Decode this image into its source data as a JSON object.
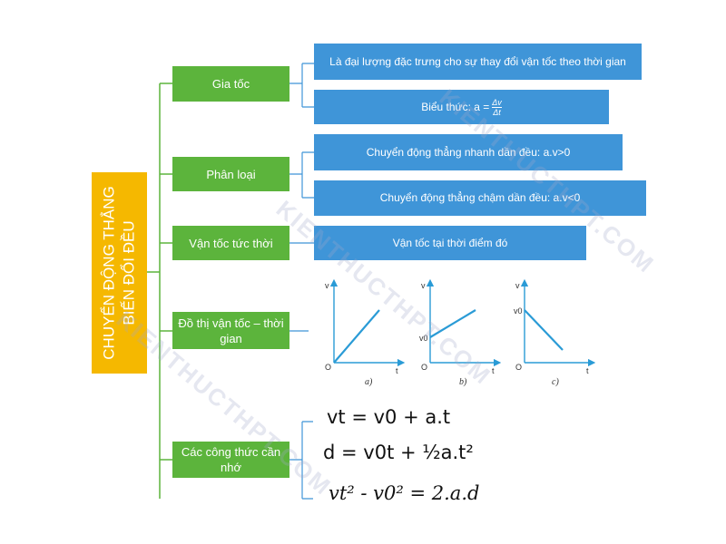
{
  "root": {
    "line1": "CHUYỂN ĐỘNG THẲNG",
    "line2": "BIẾN ĐỔI ĐỀU"
  },
  "branches": {
    "gia_toc": "Gia tốc",
    "phan_loai": "Phân loại",
    "van_toc": "Vận tốc tức thời",
    "do_thi": "Đồ thị vận tốc – thời gian",
    "cong_thuc": "Các công thức cần nhớ"
  },
  "details": {
    "gia_toc_def": "Là đại lượng đặc trưng cho sự thay đổi vận tốc theo thời gian",
    "gia_toc_expr_prefix": "Biểu thức: a =",
    "gia_toc_expr_num": "Δv",
    "gia_toc_expr_den": "Δt",
    "nhanh_dan": "Chuyển động thẳng nhanh dần đều: a.v>0",
    "cham_dan": "Chuyển động thẳng chậm dần đều: a.v<0",
    "van_toc_def": "Vận tốc tại thời điểm đó"
  },
  "graphs": [
    {
      "caption": "a)",
      "v_label": "v",
      "t_label": "t",
      "origin": "O",
      "v0_label": "",
      "shape": "rising-from-origin"
    },
    {
      "caption": "b)",
      "v_label": "v",
      "t_label": "t",
      "origin": "O",
      "v0_label": "v0",
      "shape": "rising-from-v0"
    },
    {
      "caption": "c)",
      "v_label": "v",
      "t_label": "t",
      "origin": "O",
      "v0_label": "v0",
      "shape": "falling-from-v0"
    }
  ],
  "formulas": {
    "f1": "vt = v0 + a.t",
    "f2": "d = v0t + ½a.t²",
    "f3": "vt² - v0² = 2.a.d"
  },
  "watermark": "KIENTHUCTHPT.COM",
  "colors": {
    "root": "#f5b800",
    "branch": "#5cb43c",
    "detail": "#3f95d8",
    "arrow": "#2a9bd6"
  }
}
